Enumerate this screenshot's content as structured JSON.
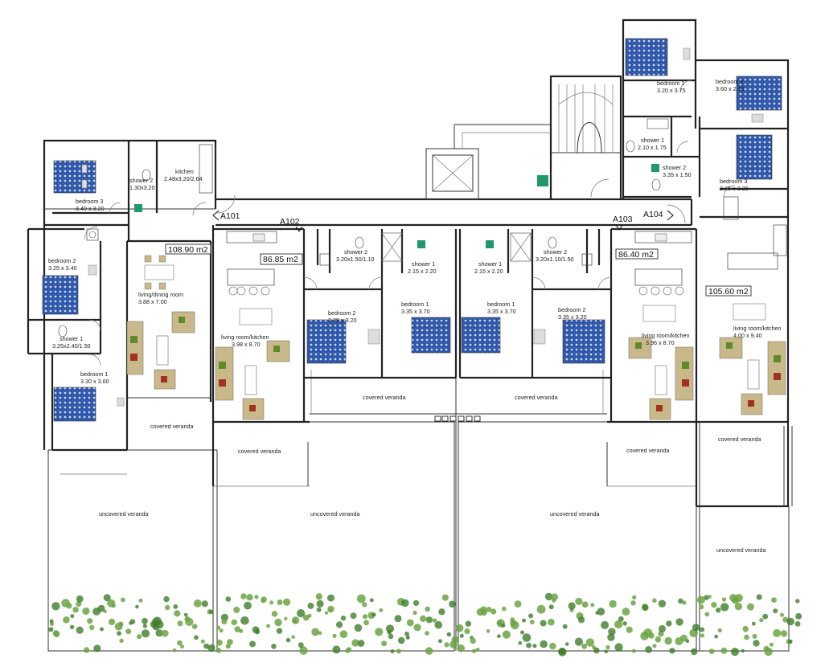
{
  "units": [
    {
      "id": "A101",
      "area": "108.90 m2"
    },
    {
      "id": "A102",
      "area": "86.85 m2"
    },
    {
      "id": "A103",
      "area": "86.40 m2"
    },
    {
      "id": "A104",
      "area": "105.60 m2"
    }
  ],
  "rooms": [
    {
      "name": "bedroom 3",
      "size": "3.40 x 3.20"
    },
    {
      "name": "shower 2",
      "size": "1.30x3.20"
    },
    {
      "name": "kitchen",
      "size": "2.48x3.20/2.64"
    },
    {
      "name": "bedroom 2",
      "size": "3.25 x 3.40"
    },
    {
      "name": "living/dining room",
      "size": "3.88 x 7.00"
    },
    {
      "name": "shower 1",
      "size": "3.25x2.40/1.50"
    },
    {
      "name": "bedroom 1",
      "size": "3.30 x 3.60"
    },
    {
      "name": "living room/kitchen",
      "size": "3.98 x 8.70"
    },
    {
      "name": "shower 2",
      "size": "3.20x1.50/1.10"
    },
    {
      "name": "shower 1",
      "size": "2.15 x 2.20"
    },
    {
      "name": "bedroom 2",
      "size": "3.35 x 3.20"
    },
    {
      "name": "bedroom 1",
      "size": "3.35 x 3.70"
    },
    {
      "name": "bedroom 1",
      "size": "3.35 x 3.70"
    },
    {
      "name": "shower 1",
      "size": "2.15 x 2.20"
    },
    {
      "name": "shower 2",
      "size": "3.20x1.10/1.50"
    },
    {
      "name": "bedroom 2",
      "size": "3.35 x 3.20"
    },
    {
      "name": "living room/kitchen",
      "size": "3.96 x 8.70"
    },
    {
      "name": "living room/kitchen",
      "size": "4.00 x 9.40"
    },
    {
      "name": "bedroom 1",
      "size": "3.20 x 3.75"
    },
    {
      "name": "bedroom 2",
      "size": "3.60 x 2.95"
    },
    {
      "name": "shower 1",
      "size": "2.10 x 1.75"
    },
    {
      "name": "shower 2",
      "size": "3.35 x 1.50"
    },
    {
      "name": "bedroom 3",
      "size": "2.85 x 3.20"
    }
  ],
  "verandas": {
    "covered": "covered veranda",
    "uncovered": "uncovered veranda"
  },
  "colors": {
    "walls": "#222222",
    "bedspread": "#2a4f9e",
    "sofa": "#c9b98a",
    "cushion_green": "#5e8a2c",
    "cushion_red": "#a23220",
    "vegetation": "#6ca544",
    "accessible_sign": "#1f9a6a"
  }
}
